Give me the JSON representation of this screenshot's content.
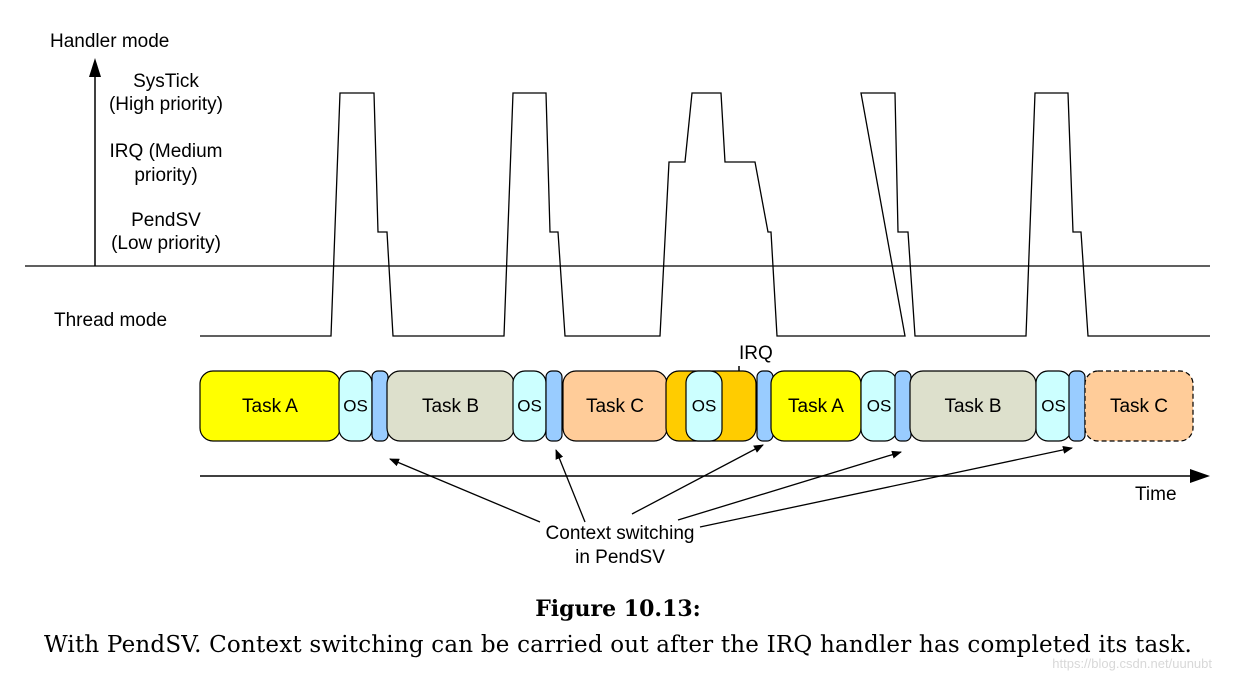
{
  "labels": {
    "handler_mode": "Handler mode",
    "systick_1": "SysTick",
    "systick_2": "(High priority)",
    "irq_1": "IRQ (Medium",
    "irq_2": "priority)",
    "pendsv_1": "PendSV",
    "pendsv_2": "(Low priority)",
    "thread_mode": "Thread mode",
    "irq_marker": "IRQ",
    "time": "Time",
    "context_1": "Context switching",
    "context_2": "in PendSV"
  },
  "timeline": [
    {
      "kind": "task",
      "text": "Task A",
      "color": "#ffff00"
    },
    {
      "kind": "os",
      "text": "OS",
      "color": "#ccffff"
    },
    {
      "kind": "switch",
      "color": "#99ccff"
    },
    {
      "kind": "task",
      "text": "Task B",
      "color": "#dde0cc"
    },
    {
      "kind": "os",
      "text": "OS",
      "color": "#ccffff"
    },
    {
      "kind": "switch",
      "color": "#99ccff"
    },
    {
      "kind": "task",
      "text": "Task C",
      "color": "#ffcc99"
    },
    {
      "kind": "irq-block",
      "color": "#ffcc00"
    },
    {
      "kind": "os",
      "text": "OS",
      "color": "#ccffff"
    },
    {
      "kind": "switch",
      "color": "#99ccff"
    },
    {
      "kind": "task",
      "text": "Task A",
      "color": "#ffff00"
    },
    {
      "kind": "os",
      "text": "OS",
      "color": "#ccffff"
    },
    {
      "kind": "switch",
      "color": "#99ccff"
    },
    {
      "kind": "task",
      "text": "Task B",
      "color": "#dde0cc"
    },
    {
      "kind": "os",
      "text": "OS",
      "color": "#ccffff"
    },
    {
      "kind": "switch",
      "color": "#99ccff"
    },
    {
      "kind": "task",
      "text": "Task C",
      "color": "#ffcc99",
      "dashed": true
    }
  ],
  "caption": {
    "title": "Figure 10.13:",
    "text": "With PendSV. Context switching can be carried out after the IRQ handler has completed its task."
  },
  "watermark": "https://blog.csdn.net/uunubt"
}
